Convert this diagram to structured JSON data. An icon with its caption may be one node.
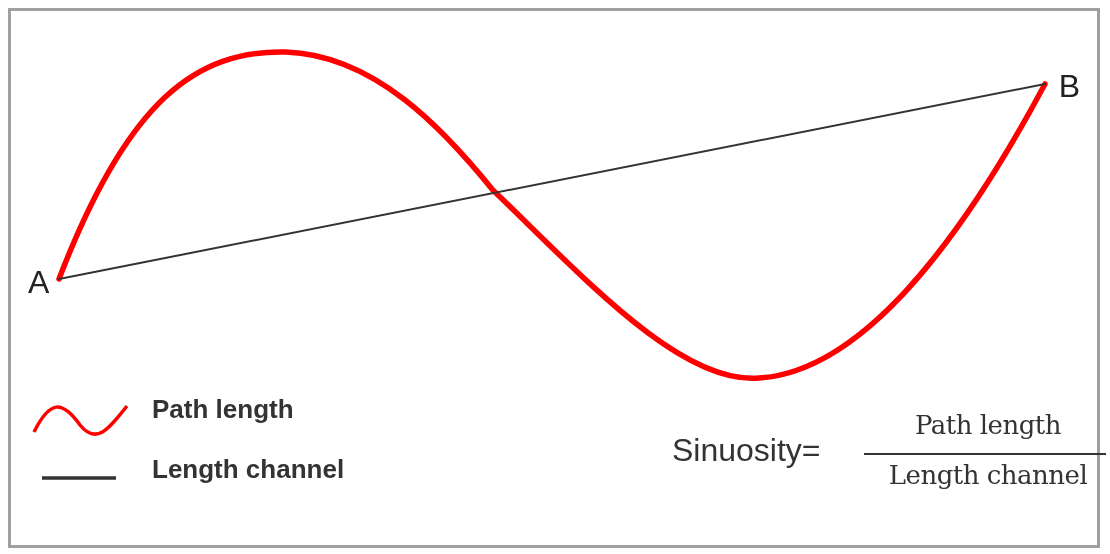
{
  "diagram": {
    "nodes": [
      {
        "text": [
          "A"
        ]
      },
      {
        "text": [
          "B"
        ]
      }
    ],
    "edges": [
      {
        "from": 0,
        "to": 1,
        "arrow": "none",
        "style": "thick",
        "color": "#ff0000"
      },
      {
        "from": 0,
        "to": 1,
        "arrow": "none",
        "color": "#333333"
      }
    ],
    "labels": [
      "Sinuosity=",
      "Path length",
      "Length channel"
    ],
    "legend": [
      {
        "text": "Path length"
      },
      {
        "text": "Length channel"
      }
    ]
  }
}
